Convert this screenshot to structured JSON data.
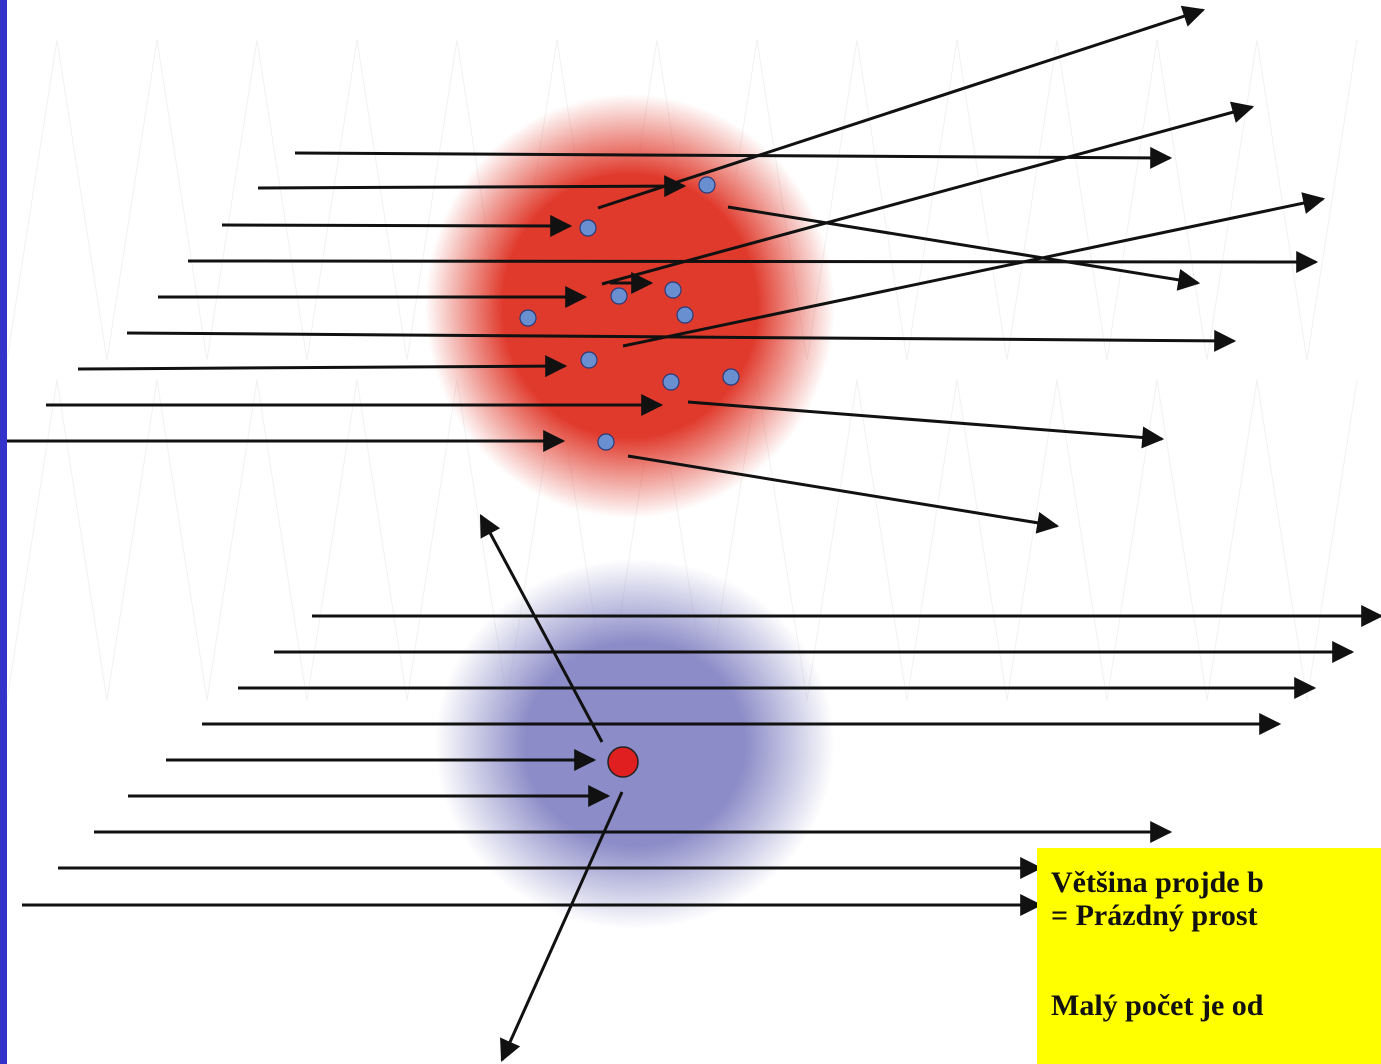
{
  "caption": {
    "line1": "Většina projde b",
    "line2": "= Prázdný prost",
    "line3": "Malý počet je od"
  },
  "colors": {
    "background_frame": "#3333cc",
    "thomson_cloud": "#e03a2c",
    "rutherford_cloud": "#8c8cc8",
    "electron": "#6a8fd0",
    "nucleus": "#e02020",
    "caption_bg": "#ffff00"
  },
  "models": [
    {
      "id": "thomson",
      "description": "plum-pudding atom with embedded electrons"
    },
    {
      "id": "rutherford",
      "description": "nuclear atom with small central nucleus"
    }
  ]
}
